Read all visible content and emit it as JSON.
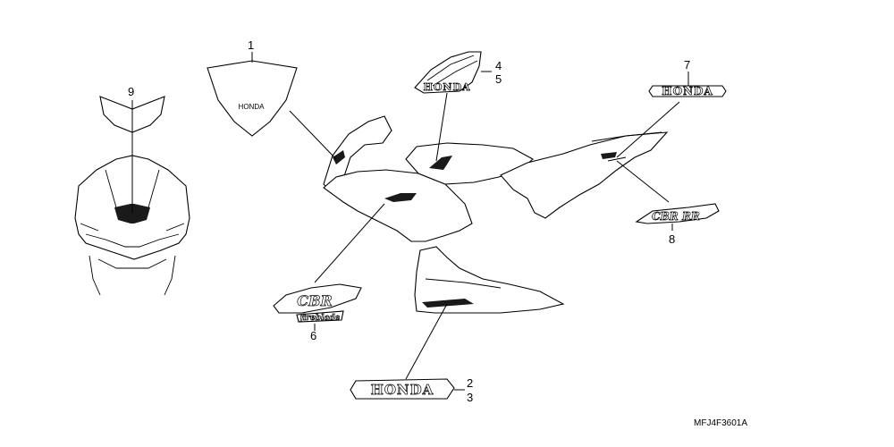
{
  "callouts": {
    "n1": "1",
    "n2": "2",
    "n3": "3",
    "n4": "4",
    "n5": "5",
    "n6": "6",
    "n7": "7",
    "n8": "8",
    "n9": "9"
  },
  "decals": {
    "windscreen_brand": "HONDA",
    "wing_brand": "HONDA",
    "tail_brand": "HONDA",
    "lower_brand": "HONDA",
    "model_script": "CBR",
    "model_script_sub": "fireblade",
    "tail_model": "CBR RR"
  },
  "reference_code": "MFJ4F3601A"
}
